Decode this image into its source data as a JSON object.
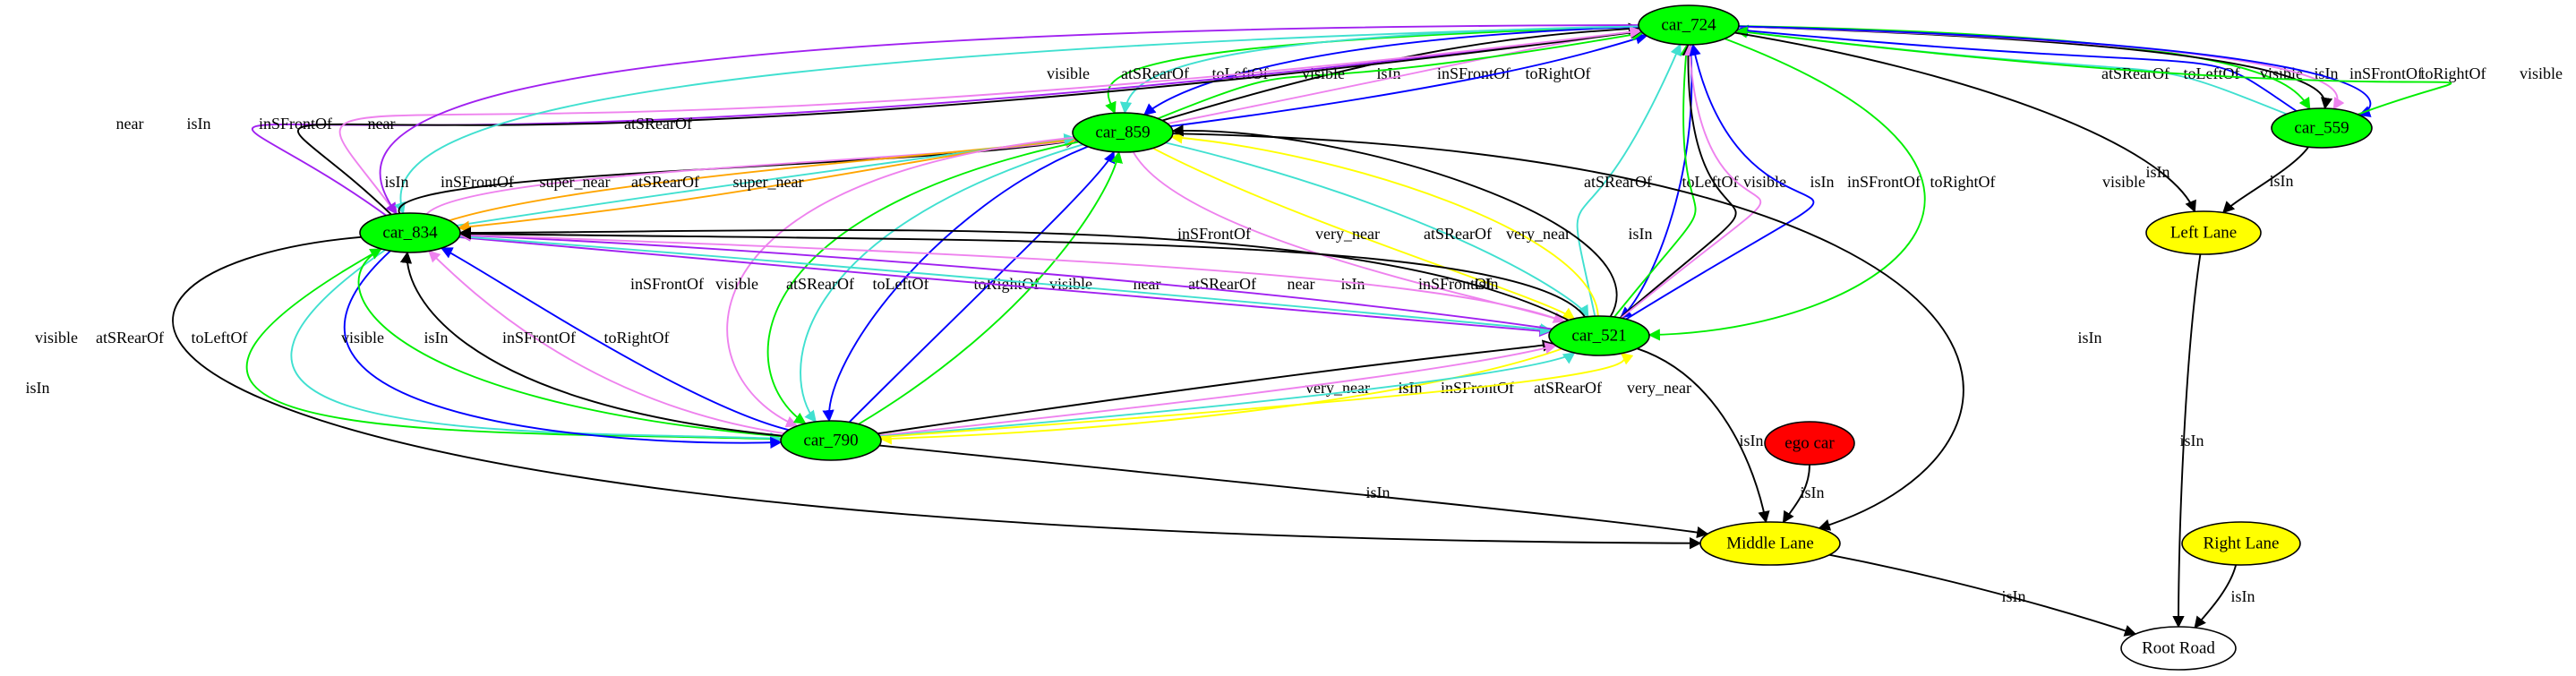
{
  "diagram": {
    "colors": {
      "green_node": "#00ff00",
      "yellow_node": "#ffff00",
      "red_node": "#ff0000",
      "white_node": "#ffffff",
      "black": "#000000",
      "green": "#00ee00",
      "turquoise": "#40e0d0",
      "blue": "#0000ff",
      "violet": "#ee82ee",
      "purple": "#a020f0",
      "orange": "#ffa500",
      "yellow": "#ffff00"
    },
    "nodes": [
      {
        "id": "car_724",
        "label": "car_724",
        "fill": "#00ff00"
      },
      {
        "id": "car_859",
        "label": "car_859",
        "fill": "#00ff00"
      },
      {
        "id": "car_559",
        "label": "car_559",
        "fill": "#00ff00"
      },
      {
        "id": "car_834",
        "label": "car_834",
        "fill": "#00ff00"
      },
      {
        "id": "car_521",
        "label": "car_521",
        "fill": "#00ff00"
      },
      {
        "id": "car_790",
        "label": "car_790",
        "fill": "#00ff00"
      },
      {
        "id": "left_lane",
        "label": "Left Lane",
        "fill": "#ffff00"
      },
      {
        "id": "ego_car",
        "label": "ego car",
        "fill": "#ff0000"
      },
      {
        "id": "middle_lane",
        "label": "Middle Lane",
        "fill": "#ffff00"
      },
      {
        "id": "right_lane",
        "label": "Right Lane",
        "fill": "#ffff00"
      },
      {
        "id": "root_road",
        "label": "Root Road",
        "fill": "#ffffff"
      }
    ],
    "edges": [
      {
        "from": "car_859",
        "to": "car_724",
        "label": "isIn",
        "color": "#000000"
      },
      {
        "from": "car_859",
        "to": "car_724",
        "label": "inSFrontOf",
        "color": "#ee82ee"
      },
      {
        "from": "car_859",
        "to": "car_724",
        "label": "toRightOf",
        "color": "#0000ff"
      },
      {
        "from": "car_724",
        "to": "car_859",
        "label": "visible",
        "color": "#00ee00"
      },
      {
        "from": "car_724",
        "to": "car_859",
        "label": "atSRearOf",
        "color": "#40e0d0"
      },
      {
        "from": "car_724",
        "to": "car_859",
        "label": "toLeftOf",
        "color": "#0000ff"
      },
      {
        "from": "car_859",
        "to": "car_724",
        "label": "visible",
        "color": "#00ee00"
      },
      {
        "from": "car_834",
        "to": "car_724",
        "label": "near",
        "color": "#a020f0"
      },
      {
        "from": "car_834",
        "to": "car_724",
        "label": "isIn",
        "color": "#000000"
      },
      {
        "from": "car_834",
        "to": "car_724",
        "label": "inSFrontOf",
        "color": "#ee82ee"
      },
      {
        "from": "car_724",
        "to": "car_834",
        "label": "near",
        "color": "#a020f0"
      },
      {
        "from": "car_724",
        "to": "car_834",
        "label": "atSRearOf",
        "color": "#40e0d0"
      },
      {
        "from": "car_559",
        "to": "car_724",
        "label": "atSRearOf",
        "color": "#40e0d0"
      },
      {
        "from": "car_559",
        "to": "car_724",
        "label": "toLeftOf",
        "color": "#0000ff"
      },
      {
        "from": "car_724",
        "to": "car_559",
        "label": "visible",
        "color": "#00ee00"
      },
      {
        "from": "car_724",
        "to": "car_559",
        "label": "isIn",
        "color": "#000000"
      },
      {
        "from": "car_724",
        "to": "car_559",
        "label": "inSFrontOf",
        "color": "#ee82ee"
      },
      {
        "from": "car_724",
        "to": "car_559",
        "label": "toRightOf",
        "color": "#0000ff"
      },
      {
        "from": "car_559",
        "to": "car_724",
        "label": "visible",
        "color": "#00ee00"
      },
      {
        "from": "car_724",
        "to": "left_lane",
        "label": "isIn",
        "color": "#000000"
      },
      {
        "from": "car_559",
        "to": "left_lane",
        "label": "isIn",
        "color": "#000000"
      },
      {
        "from": "car_521",
        "to": "car_724",
        "label": "atSRearOf",
        "color": "#40e0d0"
      },
      {
        "from": "car_724",
        "to": "car_521",
        "label": "toLeftOf",
        "color": "#0000ff"
      },
      {
        "from": "car_521",
        "to": "car_724",
        "label": "visible",
        "color": "#00ee00"
      },
      {
        "from": "car_521",
        "to": "car_724",
        "label": "isIn",
        "color": "#000000"
      },
      {
        "from": "car_521",
        "to": "car_724",
        "label": "inSFrontOf",
        "color": "#ee82ee"
      },
      {
        "from": "car_521",
        "to": "car_724",
        "label": "toRightOf",
        "color": "#0000ff"
      },
      {
        "from": "car_724",
        "to": "car_521",
        "label": "visible",
        "color": "#00ee00"
      },
      {
        "from": "car_834",
        "to": "car_859",
        "label": "isIn",
        "color": "#000000"
      },
      {
        "from": "car_834",
        "to": "car_859",
        "label": "inSFrontOf",
        "color": "#ee82ee"
      },
      {
        "from": "car_834",
        "to": "car_859",
        "label": "super_near",
        "color": "#ffa500"
      },
      {
        "from": "car_834",
        "to": "car_859",
        "label": "atSRearOf",
        "color": "#40e0d0"
      },
      {
        "from": "car_859",
        "to": "car_834",
        "label": "super_near",
        "color": "#ffa500"
      },
      {
        "from": "car_859",
        "to": "car_521",
        "label": "inSFrontOf",
        "color": "#ee82ee"
      },
      {
        "from": "car_859",
        "to": "car_521",
        "label": "very_near",
        "color": "#ffff00"
      },
      {
        "from": "car_859",
        "to": "car_521",
        "label": "atSRearOf",
        "color": "#40e0d0"
      },
      {
        "from": "car_521",
        "to": "car_859",
        "label": "very_near",
        "color": "#ffff00"
      },
      {
        "from": "car_521",
        "to": "car_859",
        "label": "isIn",
        "color": "#000000"
      },
      {
        "from": "car_859",
        "to": "middle_lane",
        "label": "isIn",
        "color": "#000000"
      },
      {
        "from": "car_859",
        "to": "car_790",
        "label": "inSFrontOf",
        "color": "#ee82ee"
      },
      {
        "from": "car_859",
        "to": "car_790",
        "label": "visible",
        "color": "#00ee00"
      },
      {
        "from": "car_859",
        "to": "car_790",
        "label": "atSRearOf",
        "color": "#40e0d0"
      },
      {
        "from": "car_859",
        "to": "car_790",
        "label": "toLeftOf",
        "color": "#0000ff"
      },
      {
        "from": "car_790",
        "to": "car_859",
        "label": "toRightOf",
        "color": "#0000ff"
      },
      {
        "from": "car_790",
        "to": "car_859",
        "label": "visible",
        "color": "#00ee00"
      },
      {
        "from": "car_834",
        "to": "car_521",
        "label": "near",
        "color": "#a020f0"
      },
      {
        "from": "car_834",
        "to": "car_521",
        "label": "atSRearOf",
        "color": "#40e0d0"
      },
      {
        "from": "car_521",
        "to": "car_834",
        "label": "near",
        "color": "#a020f0"
      },
      {
        "from": "car_521",
        "to": "car_834",
        "label": "isIn",
        "color": "#000000"
      },
      {
        "from": "car_521",
        "to": "car_834",
        "label": "inSFrontOf",
        "color": "#ee82ee"
      },
      {
        "from": "car_521",
        "to": "car_834",
        "label": "isIn",
        "color": "#000000"
      },
      {
        "from": "car_834",
        "to": "middle_lane",
        "label": "isIn",
        "color": "#000000"
      },
      {
        "from": "car_834",
        "to": "car_790",
        "label": "visible",
        "color": "#00ee00"
      },
      {
        "from": "car_834",
        "to": "car_790",
        "label": "atSRearOf",
        "color": "#40e0d0"
      },
      {
        "from": "car_834",
        "to": "car_790",
        "label": "toLeftOf",
        "color": "#0000ff"
      },
      {
        "from": "car_790",
        "to": "car_834",
        "label": "visible",
        "color": "#00ee00"
      },
      {
        "from": "car_790",
        "to": "car_834",
        "label": "isIn",
        "color": "#000000"
      },
      {
        "from": "car_790",
        "to": "car_834",
        "label": "inSFrontOf",
        "color": "#ee82ee"
      },
      {
        "from": "car_790",
        "to": "car_834",
        "label": "toRightOf",
        "color": "#0000ff"
      },
      {
        "from": "car_521",
        "to": "car_790",
        "label": "very_near",
        "color": "#ffff00"
      },
      {
        "from": "car_790",
        "to": "car_521",
        "label": "isIn",
        "color": "#000000"
      },
      {
        "from": "car_790",
        "to": "car_521",
        "label": "inSFrontOf",
        "color": "#ee82ee"
      },
      {
        "from": "car_790",
        "to": "car_521",
        "label": "atSRearOf",
        "color": "#40e0d0"
      },
      {
        "from": "car_790",
        "to": "car_521",
        "label": "very_near",
        "color": "#ffff00"
      },
      {
        "from": "car_521",
        "to": "middle_lane",
        "label": "isIn",
        "color": "#000000"
      },
      {
        "from": "car_790",
        "to": "middle_lane",
        "label": "isIn",
        "color": "#000000"
      },
      {
        "from": "ego_car",
        "to": "middle_lane",
        "label": "isIn",
        "color": "#000000"
      },
      {
        "from": "left_lane",
        "to": "root_road",
        "label": "isIn",
        "color": "#000000"
      },
      {
        "from": "middle_lane",
        "to": "root_road",
        "label": "isIn",
        "color": "#000000"
      },
      {
        "from": "right_lane",
        "to": "root_road",
        "label": "isIn",
        "color": "#000000"
      }
    ]
  }
}
